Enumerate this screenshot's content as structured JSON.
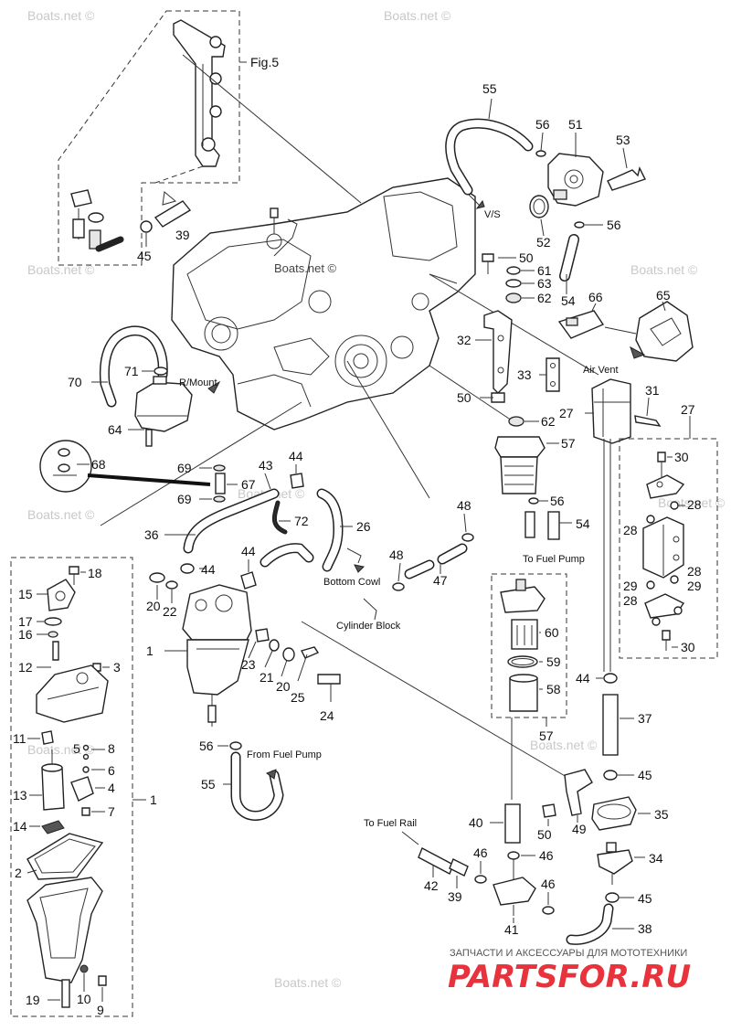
{
  "watermark": "Boats.net ©",
  "brand": {
    "tagline": "ЗАПЧАСТИ И АКСЕССУАРЫ ДЛЯ МОТОТЕХНИКИ",
    "logo_text": "PARTSFOR.RU"
  },
  "captions": {
    "fig5": "Fig.5",
    "vs": "V/S",
    "air_vent": "Air Vent",
    "r_mount": "R/Mount",
    "to_fuel_pump": "To Fuel Pump",
    "bottom_cowl": "Bottom Cowl",
    "cylinder_block": "Cylinder Block",
    "from_fuel_pump": "From Fuel Pump",
    "to_fuel_rail": "To Fuel Rail"
  },
  "callouts": {
    "c1": "1",
    "c1b": "1",
    "c2": "2",
    "c3": "3",
    "c4": "4",
    "c5": "5",
    "c6": "6",
    "c7": "7",
    "c8": "8",
    "c9": "9",
    "c10": "10",
    "c11": "11",
    "c12": "12",
    "c13": "13",
    "c14": "14",
    "c15": "15",
    "c16": "16",
    "c17": "17",
    "c18": "18",
    "c19": "19",
    "c20a": "20",
    "c20b": "20",
    "c21": "21",
    "c22": "22",
    "c23": "23",
    "c24": "24",
    "c25": "25",
    "c26": "26",
    "c27a": "27",
    "c27b": "27",
    "c28a": "28",
    "c28b": "28",
    "c28c": "28",
    "c28d": "28",
    "c29a": "29",
    "c29b": "29",
    "c30a": "30",
    "c30b": "30",
    "c31": "31",
    "c32": "32",
    "c33": "33",
    "c34": "34",
    "c35": "35",
    "c36": "36",
    "c37": "37",
    "c38": "38",
    "c39a": "39",
    "c39b": "39",
    "c40": "40",
    "c41": "41",
    "c42": "42",
    "c43": "43",
    "c44a": "44",
    "c44b": "44",
    "c44c": "44",
    "c44d": "44",
    "c45a": "45",
    "c45b": "45",
    "c45c": "45",
    "c46a": "46",
    "c46b": "46",
    "c46c": "46",
    "c47": "47",
    "c48a": "48",
    "c48b": "48",
    "c49": "49",
    "c50a": "50",
    "c50b": "50",
    "c50c": "50",
    "c51": "51",
    "c52": "52",
    "c53": "53",
    "c54a": "54",
    "c54b": "54",
    "c55a": "55",
    "c55b": "55",
    "c56a": "56",
    "c56b": "56",
    "c56c": "56",
    "c56d": "56",
    "c57a": "57",
    "c57b": "57",
    "c58": "58",
    "c59": "59",
    "c60": "60",
    "c61": "61",
    "c62a": "62",
    "c62b": "62",
    "c63": "63",
    "c64": "64",
    "c65": "65",
    "c66": "66",
    "c67": "67",
    "c68": "68",
    "c69a": "69",
    "c69b": "69",
    "c70": "70",
    "c71": "71",
    "c72": "72"
  }
}
